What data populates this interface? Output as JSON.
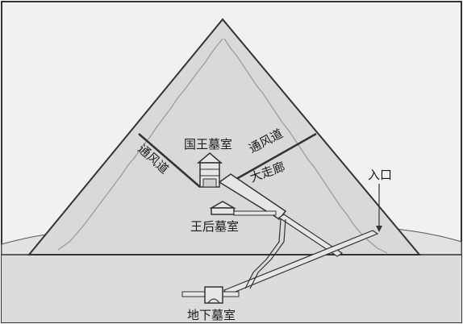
{
  "labels": {
    "king_chamber": "国王墓室",
    "air_shaft_right": "通风道",
    "air_shaft_left": "通风道",
    "grand_gallery": "大走廊",
    "entrance": "入口",
    "queen_chamber": "王后墓室",
    "subterranean_chamber": "地下墓室"
  },
  "colors": {
    "sky": "#f1f1f1",
    "pyramid_face": "#d9d9d9",
    "casing_edge": "#e4e4e4",
    "ground": "#dcdcdc",
    "passage": "#cfcfcf",
    "outline": "#333333"
  }
}
